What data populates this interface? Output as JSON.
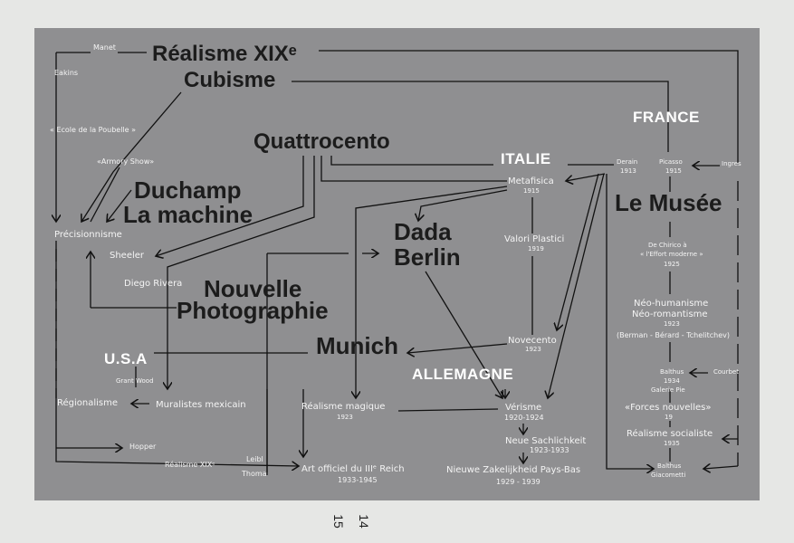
{
  "nodes": {
    "realisme_xix_top": "Réalisme XIXᵉ",
    "cubisme": "Cubisme",
    "manet": "Manet",
    "eakins": "Eakins",
    "ecole_poubelle": "« Ecole de la Poubelle »",
    "armory_show": "«Armory Show»",
    "quattrocento": "Quattrocento",
    "duchamp": "Duchamp",
    "la_machine": "La machine",
    "precisionnisme": "Précisionnisme",
    "sheeler": "Sheeler",
    "diego_rivera": "Diego Rivera",
    "nouvelle": "Nouvelle",
    "photographie": "Photographie",
    "usa": "U.S.A",
    "grant_wood": "Grant Wood",
    "regionalisme": "Régionalisme",
    "muralistes": "Muralistes mexicain",
    "hopper": "Hopper",
    "realisme_xix_bottom": "Réalisme XIXᵉ",
    "leibl": "Leibl",
    "thoma": "Thoma",
    "art_officiel": "Art officiel du IIIᵉ Reich",
    "art_officiel_years": "1933-1945",
    "munich": "Munich",
    "realisme_magique": "Réalisme magique",
    "realisme_magique_year": "1923",
    "dada": "Dada",
    "berlin": "Berlin",
    "allemagne": "ALLEMAGNE",
    "italie": "ITALIE",
    "metafisica": "Metafisica",
    "metafisica_year": "1915",
    "valori_plastici": "Valori Plastici",
    "valori_plastici_year": "1919",
    "novecento": "Novecento",
    "novecento_year": "1923",
    "verisme": "Vérisme",
    "verisme_years": "1920-1924",
    "neue_sachlichkeit": "Neue Sachlichkeit",
    "neue_sachlichkeit_years": "1923-1933",
    "nieuwe": "Nieuwe Zakelijkheid Pays-Bas",
    "nieuwe_years": "1929 - 1939",
    "france": "FRANCE",
    "derain": "Derain",
    "derain_year": "1913",
    "picasso": "Picasso",
    "picasso_year": "1915",
    "ingres": "Ingres",
    "le_musee": "Le Musée",
    "de_chirico": "De Chirico à",
    "effort_moderne": "« l'Effort moderne »",
    "de_chirico_year": "1925",
    "neo_humanisme": "Néo-humanisme",
    "neo_romantisme": "Néo-romantisme",
    "neo_year": "1923",
    "berman": "(Berman - Bérard - Tchelitchev)",
    "balthus_mid": "Balthus",
    "balthus_mid_year": "1934",
    "galerie_pie": "Galerie Pie",
    "courbet": "Courbet",
    "forces_nouvelles": "«Forces nouvelles»",
    "forces_year": "19",
    "realisme_socialiste": "Réalisme socialiste",
    "realisme_socialiste_year": "1935",
    "balthus_bottom": "Balthus",
    "giacometti": "Giacometti"
  },
  "page_numbers": {
    "left": "14",
    "right": "15"
  }
}
